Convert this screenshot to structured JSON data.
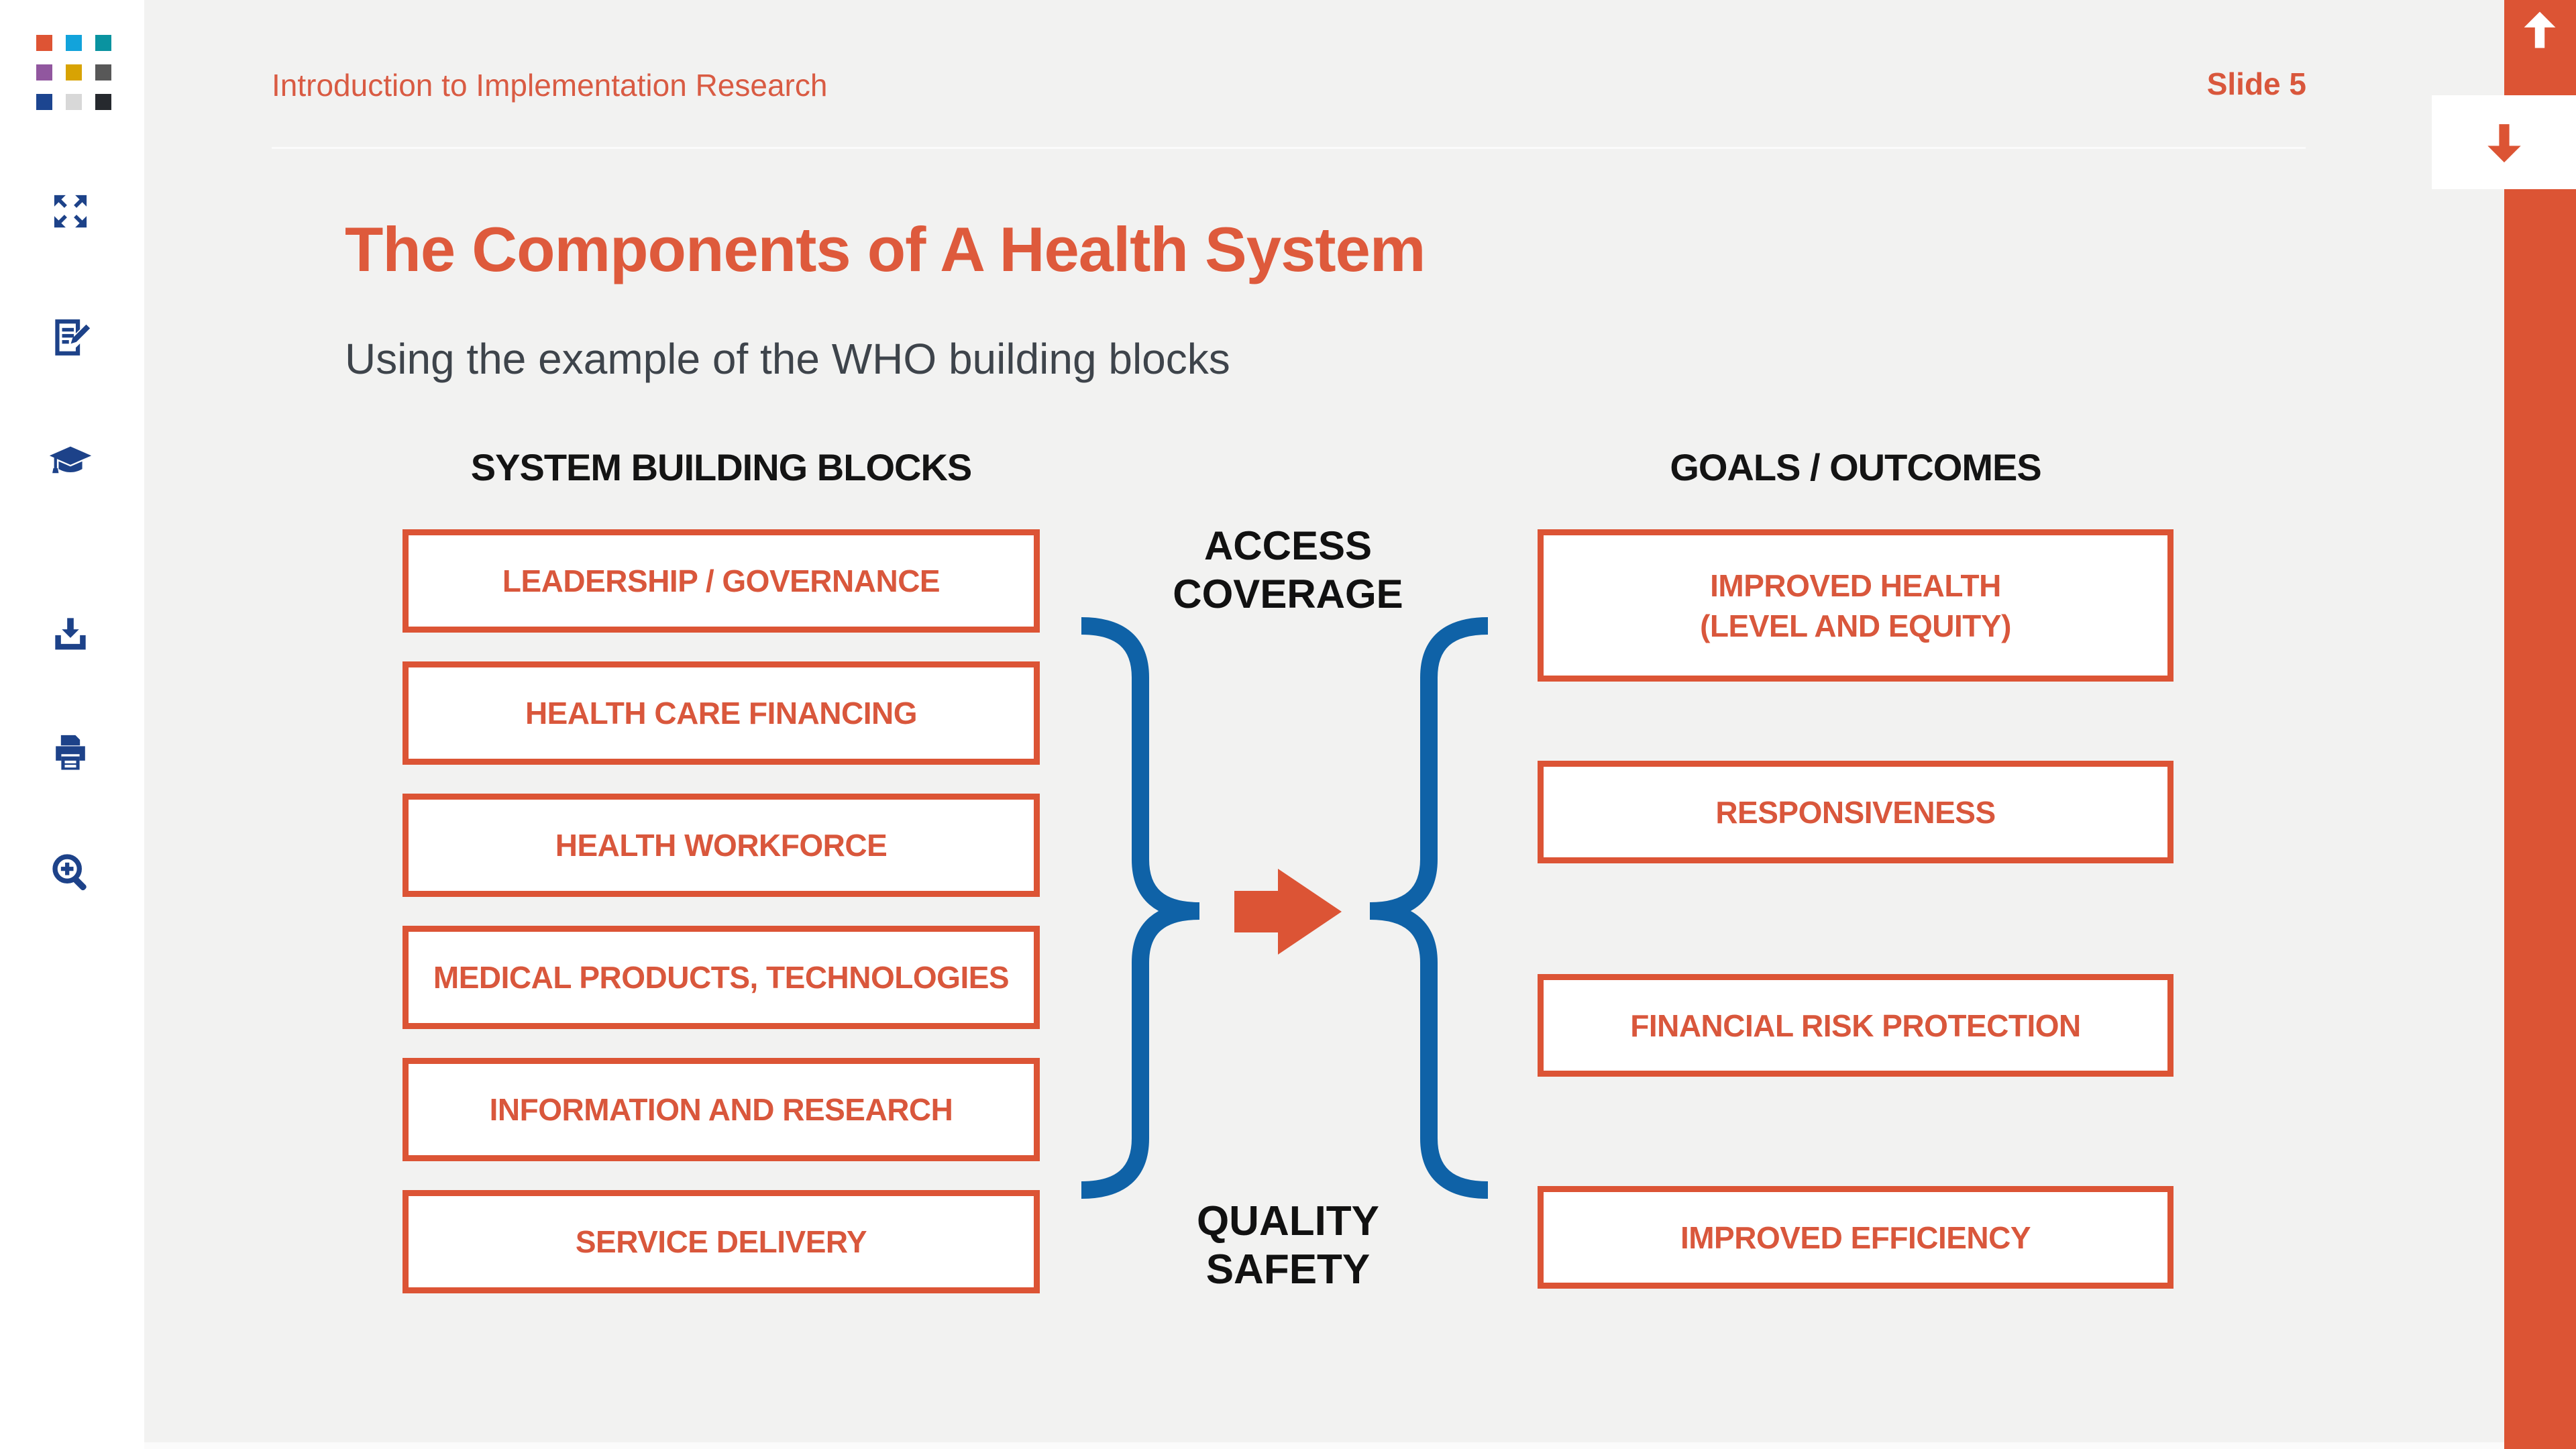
{
  "header": {
    "course_title": "Introduction to Implementation Research",
    "slide_label": "Slide 5"
  },
  "slide": {
    "title": "The Components of A Health System",
    "subtitle": "Using the example of the WHO building blocks",
    "left_column": {
      "heading": "SYSTEM BUILDING BLOCKS",
      "boxes": [
        "LEADERSHIP / GOVERNANCE",
        "HEALTH CARE FINANCING",
        "HEALTH WORKFORCE",
        "MEDICAL PRODUCTS, TECHNOLOGIES",
        "INFORMATION AND RESEARCH",
        "SERVICE DELIVERY"
      ]
    },
    "right_column": {
      "heading": "GOALS / OUTCOMES",
      "boxes": [
        "IMPROVED HEALTH\n(LEVEL AND EQUITY)",
        "RESPONSIVENESS",
        "FINANCIAL RISK PROTECTION",
        "IMPROVED EFFICIENCY"
      ]
    },
    "middle_labels": {
      "top": "ACCESS\nCOVERAGE",
      "bottom": "QUALITY\nSAFETY"
    }
  },
  "sidebar": {
    "logo": {
      "colors": [
        "#DE5434",
        "#12A3DB",
        "#0A93A0",
        "#91579F",
        "#D8A303",
        "#585858",
        "#1C4590",
        "#D8D8D8",
        "#26292E"
      ]
    },
    "icons": [
      "fullscreen-icon",
      "notes-icon",
      "graduation-cap-icon",
      "download-icon",
      "print-icon",
      "zoom-in-icon"
    ]
  },
  "nav": {
    "up_icon": "arrow-up-icon",
    "down_icon": "arrow-down-icon"
  },
  "colors": {
    "accent_orange": "#DC5435",
    "title_orange": "#DE5A3C",
    "header_orange": "#D95B43",
    "brace_blue": "#0F62A7",
    "icon_navy": "#1D4289",
    "subtitle_gray": "#3E444B",
    "background": "#F2F2F1"
  }
}
